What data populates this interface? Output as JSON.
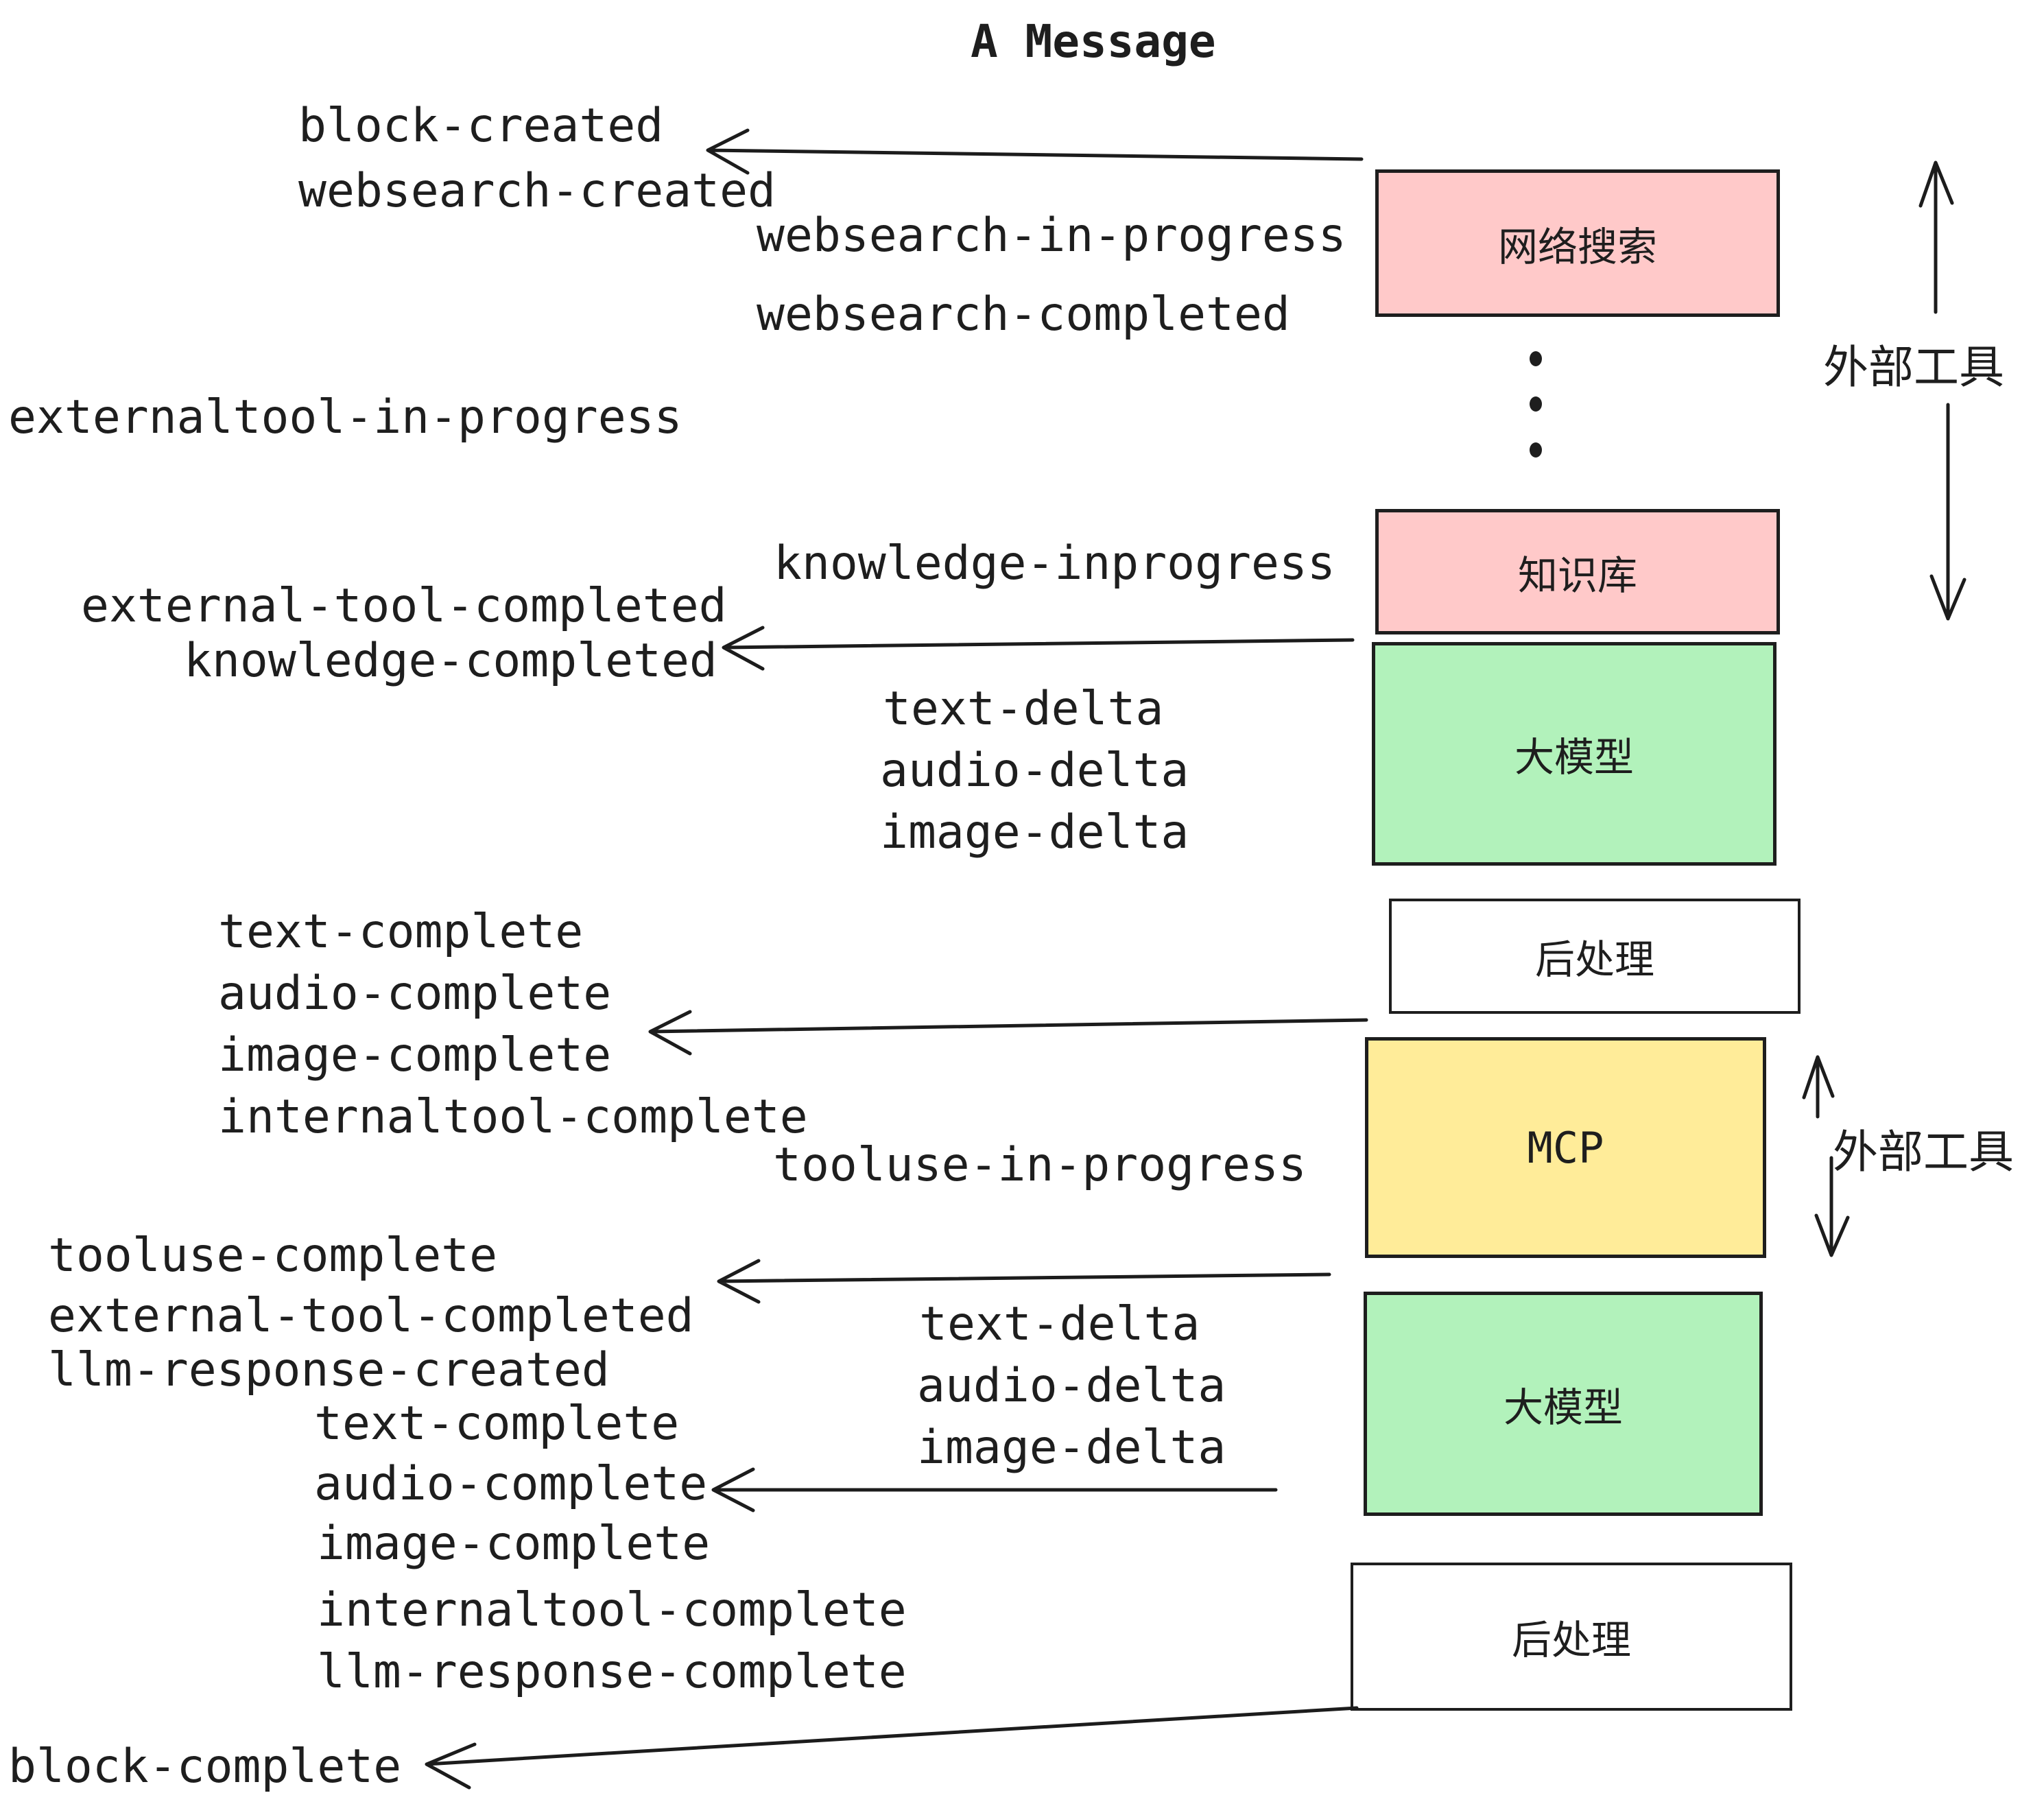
{
  "title": "A Message",
  "events": [
    {
      "id": "block-created",
      "label": "block-created"
    },
    {
      "id": "websearch-created",
      "label": "websearch-created"
    },
    {
      "id": "websearch-in-progress",
      "label": "websearch-in-progress"
    },
    {
      "id": "websearch-completed",
      "label": "websearch-completed"
    },
    {
      "id": "externaltool-in-progress",
      "label": "externaltool-in-progress"
    },
    {
      "id": "knowledge-inprogress",
      "label": "knowledge-inprogress"
    },
    {
      "id": "external-tool-completed",
      "label": "external-tool-completed"
    },
    {
      "id": "knowledge-completed",
      "label": "knowledge-completed"
    },
    {
      "id": "text-delta-1",
      "label": "text-delta"
    },
    {
      "id": "audio-delta-1",
      "label": "audio-delta"
    },
    {
      "id": "image-delta-1",
      "label": "image-delta"
    },
    {
      "id": "text-complete-1",
      "label": "text-complete"
    },
    {
      "id": "audio-complete-1",
      "label": "audio-complete"
    },
    {
      "id": "image-complete-1",
      "label": "image-complete"
    },
    {
      "id": "internaltool-complete-1",
      "label": "internaltool-complete"
    },
    {
      "id": "tooluse-in-progress",
      "label": "tooluse-in-progress"
    },
    {
      "id": "tooluse-complete",
      "label": "tooluse-complete"
    },
    {
      "id": "external-tool-completed-2",
      "label": "external-tool-completed"
    },
    {
      "id": "llm-response-created",
      "label": "llm-response-created"
    },
    {
      "id": "text-delta-2",
      "label": "text-delta"
    },
    {
      "id": "audio-delta-2",
      "label": "audio-delta"
    },
    {
      "id": "image-delta-2",
      "label": "image-delta"
    },
    {
      "id": "text-complete-2",
      "label": "text-complete"
    },
    {
      "id": "audio-complete-2",
      "label": "audio-complete"
    },
    {
      "id": "image-complete-2",
      "label": "image-complete"
    },
    {
      "id": "internaltool-complete-2",
      "label": "internaltool-complete"
    },
    {
      "id": "llm-response-complete",
      "label": "llm-response-complete"
    },
    {
      "id": "block-complete",
      "label": "block-complete"
    }
  ],
  "boxes": [
    {
      "id": "websearch",
      "label": "网络搜索",
      "fill": "#ffc9c9"
    },
    {
      "id": "knowledge",
      "label": "知识库",
      "fill": "#ffc9c9"
    },
    {
      "id": "llm-1",
      "label": "大模型",
      "fill": "#b2f2bb"
    },
    {
      "id": "postprocess-1",
      "label": "后处理",
      "fill": "#ffffff"
    },
    {
      "id": "mcp",
      "label": "MCP",
      "fill": "#ffec99"
    },
    {
      "id": "llm-2",
      "label": "大模型",
      "fill": "#b2f2bb"
    },
    {
      "id": "postprocess-2",
      "label": "后处理",
      "fill": "#ffffff"
    }
  ],
  "annotations": [
    {
      "id": "external-tools-top",
      "label": "外部工具"
    },
    {
      "id": "external-tools-mcp",
      "label": "外部工具"
    }
  ],
  "decorations": {
    "ellipsis_dots": 3
  },
  "colors": {
    "box_pink": "#ffc9c9",
    "box_green": "#b2f2bb",
    "box_yellow": "#ffec99",
    "box_white": "#ffffff",
    "stroke": "#1e1e1e",
    "text": "#1e1e1e",
    "background": "#ffffff"
  }
}
